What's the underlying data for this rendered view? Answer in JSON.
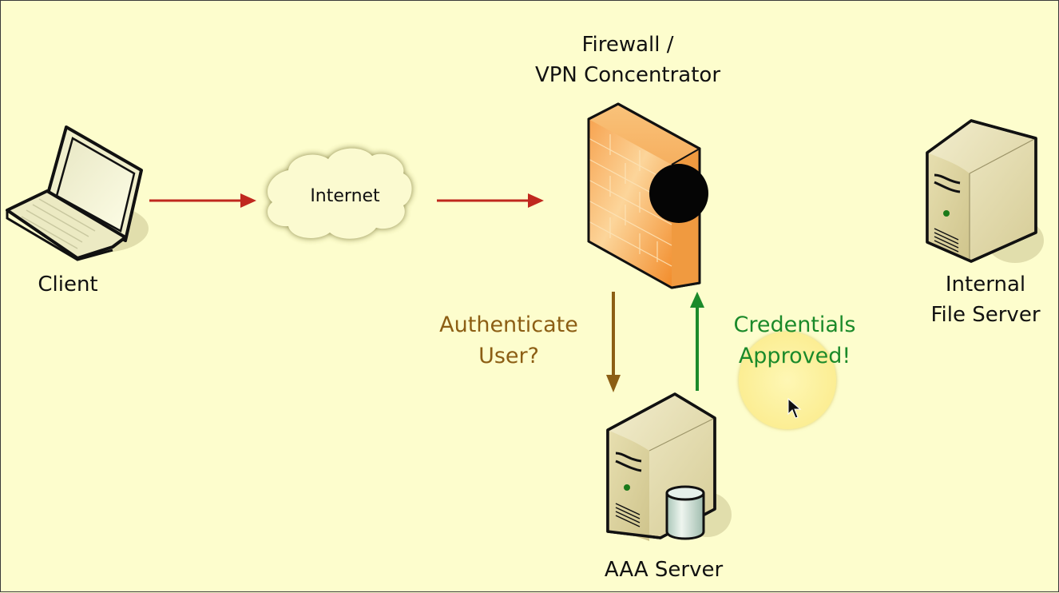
{
  "diagram": {
    "title": "VPN authentication with AAA server",
    "nodes": {
      "client": {
        "label": "Client",
        "icon": "laptop-icon"
      },
      "internet": {
        "label": "Internet",
        "icon": "cloud-icon"
      },
      "firewall": {
        "label": "Firewall /\nVPN Concentrator",
        "icon": "firewall-icon"
      },
      "file_server": {
        "label": "Internal\nFile Server",
        "icon": "server-icon"
      },
      "aaa_server": {
        "label": "AAA Server",
        "icon": "database-server-icon"
      }
    },
    "edges": [
      {
        "from": "client",
        "to": "internet",
        "color": "#c0281e"
      },
      {
        "from": "internet",
        "to": "firewall",
        "color": "#c0281e"
      },
      {
        "from": "firewall",
        "to": "aaa_server",
        "label": "Authenticate\nUser?",
        "color": "#8c5e14"
      },
      {
        "from": "aaa_server",
        "to": "firewall",
        "label": "Credentials\nApproved!",
        "color": "#1b8a2a"
      }
    ],
    "colors": {
      "background": "#fdfdcd",
      "request_arrow": "#c0281e",
      "auth_arrow": "#8c5e14",
      "approved_arrow": "#1b8a2a",
      "firewall": "#f59a3a",
      "server": "#e6dfae"
    }
  }
}
